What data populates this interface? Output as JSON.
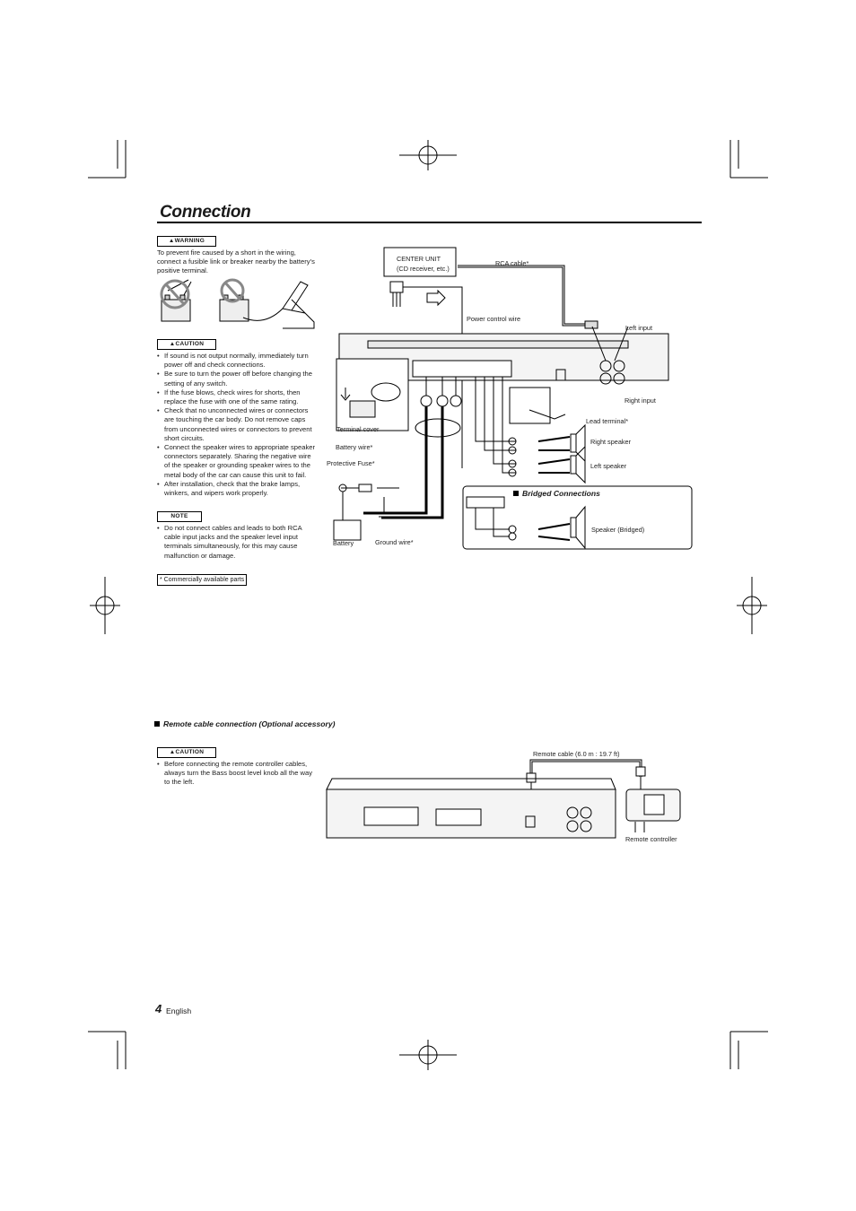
{
  "page": {
    "title": "Connection",
    "page_number": "4",
    "language": "English"
  },
  "warning": {
    "badge": "▲WARNING",
    "text": "To prevent fire caused by a short in the wiring, connect a fusible link or breaker nearby the battery’s positive terminal."
  },
  "caution1": {
    "badge": "▲CAUTION",
    "items": [
      "If sound is not output normally, immediately turn power off and check connections.",
      "Be sure to turn the power off before changing the setting of any switch.",
      "If the fuse blows, check wires for shorts, then replace the fuse with one of the same rating.",
      "Check that no unconnected wires or connectors are touching the car body. Do not remove caps from unconnected wires or connectors to prevent short circuits.",
      "Connect the speaker wires to appropriate speaker connectors separately. Sharing the negative wire of the speaker or grounding speaker wires to the metal body of the car can cause this unit to fail.",
      "After installation, check that the brake lamps, winkers, and wipers work properly."
    ]
  },
  "note": {
    "badge": "NOTE",
    "items": [
      "Do not connect cables and leads to both RCA cable input jacks and the speaker level input terminals simultaneously, for this may cause malfunction or damage."
    ]
  },
  "footnote": "* Commercially available parts",
  "diagram": {
    "center_unit_line1": "CENTER UNIT",
    "center_unit_line2": "(CD receiver, etc.)",
    "rca_cable": "RCA cable*",
    "power_control_wire": "Power control wire",
    "left_input": "Left input",
    "right_input": "Right input",
    "terminal_cover": "Terminal cover",
    "lead_terminal": "Lead terminal*",
    "battery_wire": "Battery wire*",
    "right_speaker": "Right speaker",
    "protective_fuse": "Protective Fuse*",
    "left_speaker": "Left speaker",
    "bridged_connections": "Bridged Connections",
    "speaker_bridged": "Speaker (Bridged)",
    "battery": "Battery",
    "ground_wire": "Ground wire*"
  },
  "remote": {
    "heading": "Remote cable connection (Optional accessory)",
    "caution_badge": "▲CAUTION",
    "caution_items": [
      "Before connecting the remote controller cables, always turn the Bass boost level knob all the way to the left."
    ],
    "remote_cable": "Remote cable (6.0 m : 19.7 ft)",
    "remote_controller": "Remote controller"
  }
}
